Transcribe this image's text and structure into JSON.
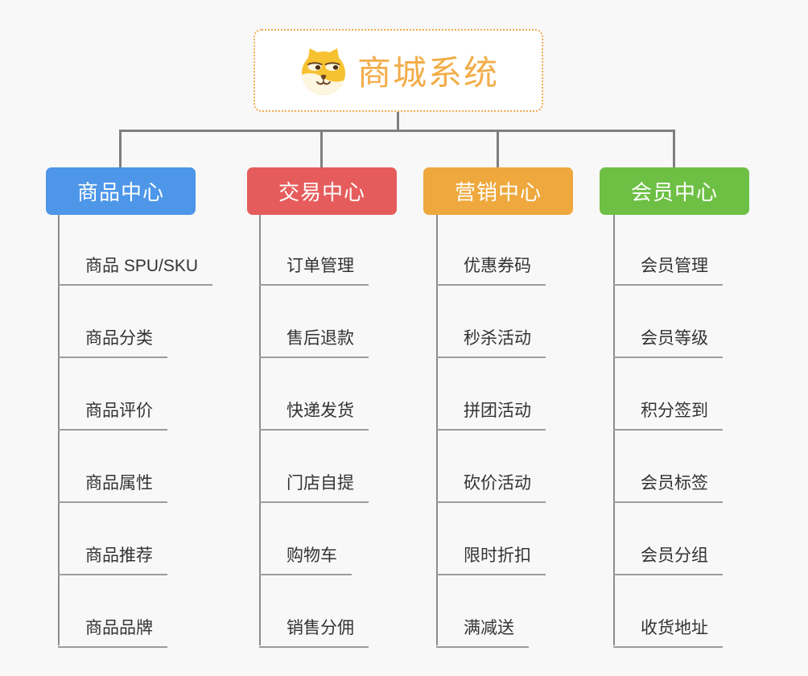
{
  "page": {
    "background_color": "#f8f8f8",
    "connector_color": "#7f7f7f",
    "subline_color": "#9c9c9c",
    "subtext_color": "#333333"
  },
  "root": {
    "title": "商城系统",
    "icon": "shiba-dog-icon",
    "title_color": "#f2ad49",
    "border_color": "#f3a94f",
    "background_color": "#ffffff"
  },
  "branches": [
    {
      "label": "商品中心",
      "color": "#4d96e8",
      "items": [
        "商品 SPU/SKU",
        "商品分类",
        "商品评价",
        "商品属性",
        "商品推荐",
        "商品品牌"
      ]
    },
    {
      "label": "交易中心",
      "color": "#e65c5c",
      "items": [
        "订单管理",
        "售后退款",
        "快递发货",
        "门店自提",
        "购物车",
        "销售分佣"
      ]
    },
    {
      "label": "营销中心",
      "color": "#eea83d",
      "items": [
        "优惠券码",
        "秒杀活动",
        "拼团活动",
        "砍价活动",
        "限时折扣",
        "满减送"
      ]
    },
    {
      "label": "会员中心",
      "color": "#6ec045",
      "items": [
        "会员管理",
        "会员等级",
        "积分签到",
        "会员标签",
        "会员分组",
        "收货地址"
      ]
    }
  ]
}
